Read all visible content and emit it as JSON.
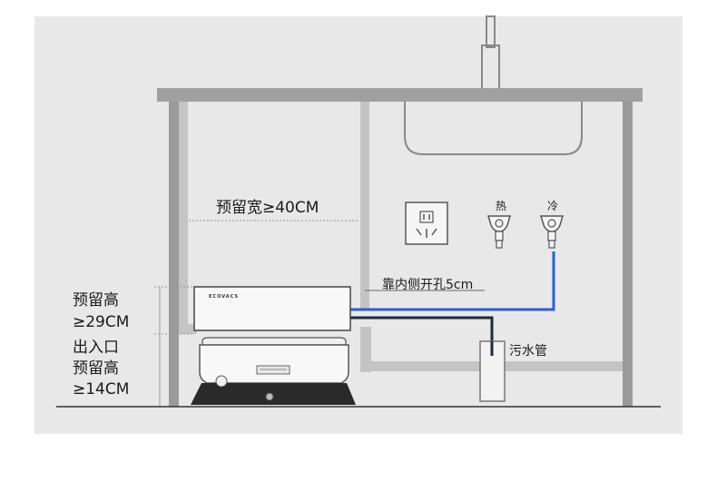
{
  "labels": {
    "width_requirement": "预留宽≥40CM",
    "side_hole": "靠内侧开孔5cm",
    "sewage_pipe": "污水管",
    "hot": "热",
    "cold": "冷",
    "station_height": [
      "预留高",
      "≥29CM"
    ],
    "inlet_height": [
      "出入口",
      "预留高",
      "≥14CM"
    ],
    "brand": "ECOVACS"
  },
  "colors": {
    "background_panel": "#e8e8e8",
    "cabinet": "#999999",
    "cabinet_inner": "#bdbdbd",
    "cold_pipe": "#2a5fd0",
    "drain_pipe": "#1e2a3a",
    "floor": "#333333"
  },
  "icons": [
    "power-socket-icon",
    "hot-valve-icon",
    "cold-valve-icon",
    "sink-icon",
    "robot-vacuum-icon"
  ]
}
